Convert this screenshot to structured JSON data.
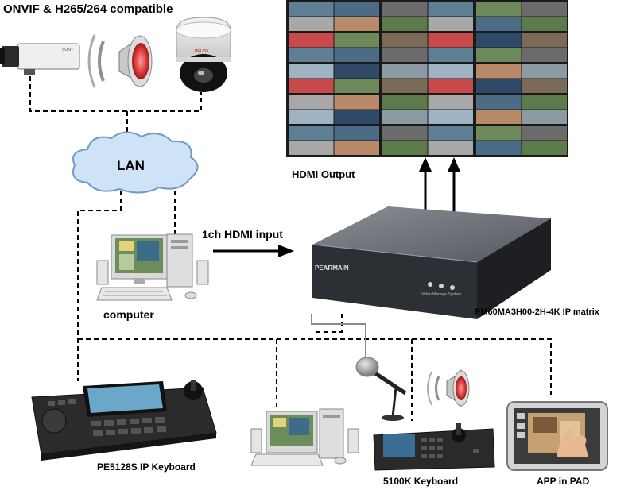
{
  "labels": {
    "onvif": "ONVIF & H265/264 compatible",
    "lan": "LAN",
    "hdmi_output": "HDMI Output",
    "hdmi_input": "1ch HDMI input",
    "computer": "computer",
    "matrix": "PM60MA3H00-2H-4K IP matrix",
    "ip_keyboard": "PE5128S IP Keyboard",
    "keyboard_5100k": "5100K Keyboard",
    "app_pad": "APP in PAD"
  },
  "device_brands": {
    "box_camera": "SONY",
    "dome_camera": "PELCO",
    "matrix": "PEARMAIN",
    "matrix_sub": "Video Manage System"
  },
  "video_wall": {
    "rows": 5,
    "cols": 3,
    "subcells_per_tile": 4
  },
  "colors": {
    "line": "#000000",
    "cloud_fill": "#cfe3f7",
    "cloud_stroke": "#6d9cc9",
    "matrix_top": "#6a6e75",
    "matrix_front": "#2c2f34",
    "monitor_frame": "#1a1a1a",
    "wire": "#8a8a8a"
  }
}
